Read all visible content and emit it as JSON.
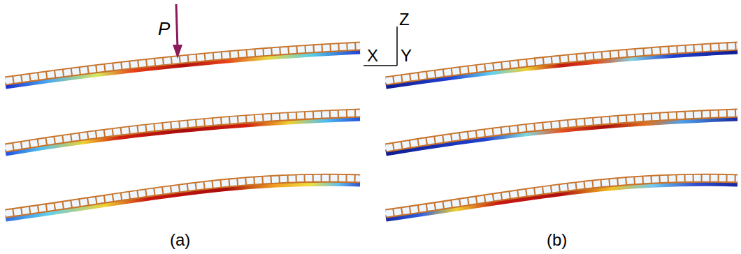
{
  "diagram": {
    "labels": [
      "P",
      "Z",
      "X",
      "Y",
      "(a)",
      "(b)"
    ]
  }
}
